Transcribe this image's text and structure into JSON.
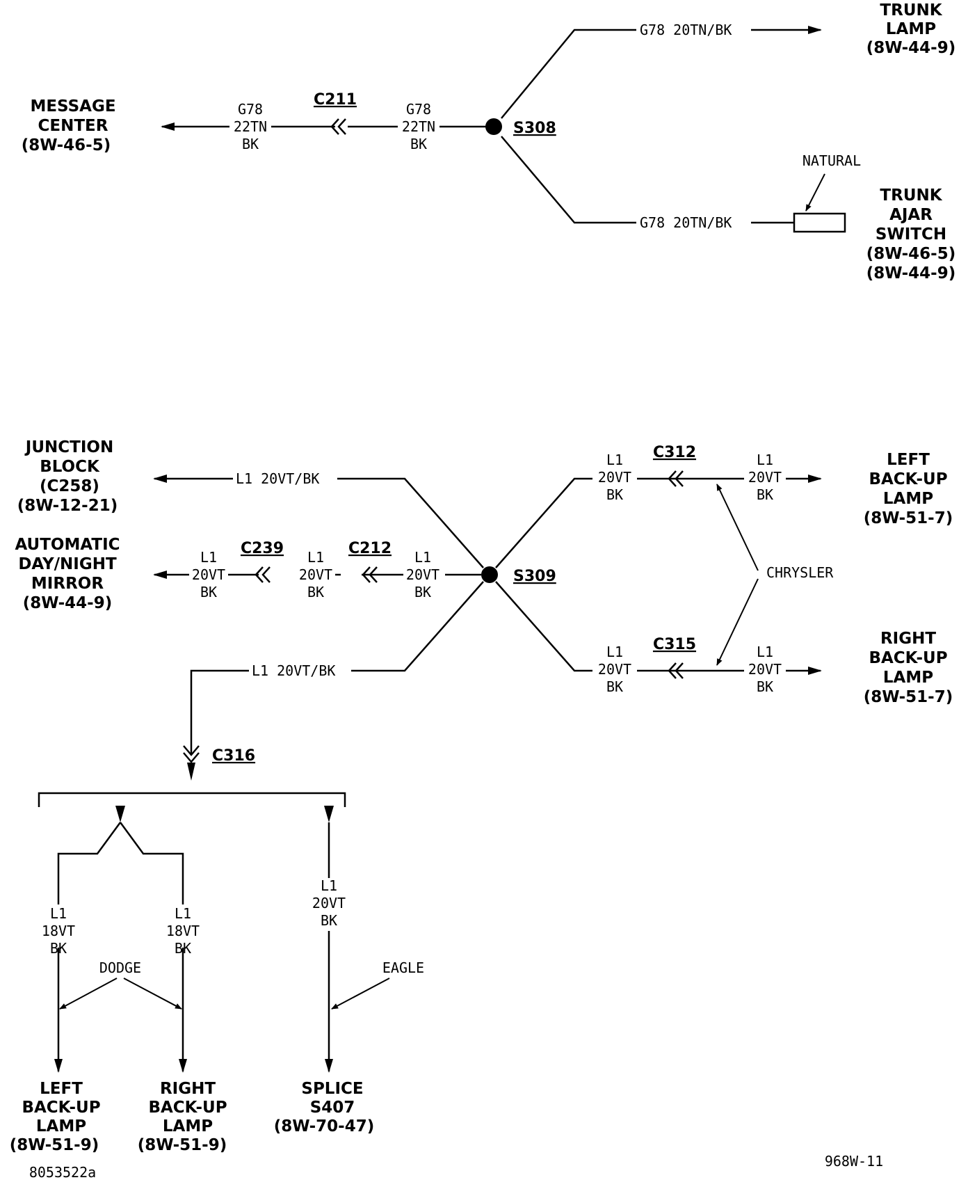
{
  "components": {
    "message_center": [
      "MESSAGE",
      "CENTER",
      "(8W-46-5)"
    ],
    "trunk_lamp": [
      "TRUNK",
      "LAMP",
      "(8W-44-9)"
    ],
    "trunk_ajar_switch": [
      "TRUNK",
      "AJAR",
      "SWITCH",
      "(8W-46-5)",
      "(8W-44-9)"
    ],
    "junction_block": [
      "JUNCTION",
      "BLOCK",
      "(C258)",
      "(8W-12-21)"
    ],
    "auto_mirror": [
      "AUTOMATIC",
      "DAY/NIGHT",
      "MIRROR",
      "(8W-44-9)"
    ],
    "left_backup_chrysler": [
      "LEFT",
      "BACK-UP",
      "LAMP",
      "(8W-51-7)"
    ],
    "right_backup_chrysler": [
      "RIGHT",
      "BACK-UP",
      "LAMP",
      "(8W-51-7)"
    ],
    "left_backup_dodge": [
      "LEFT",
      "BACK-UP",
      "LAMP",
      "(8W-51-9)"
    ],
    "right_backup_dodge": [
      "RIGHT",
      "BACK-UP",
      "LAMP",
      "(8W-51-9)"
    ],
    "splice_s407": [
      "SPLICE",
      "S407",
      "(8W-70-47)"
    ]
  },
  "splices": {
    "s308": "S308",
    "s309": "S309"
  },
  "connectors": {
    "c211": "C211",
    "c239": "C239",
    "c212": "C212",
    "c312": "C312",
    "c315": "C315",
    "c316": "C316"
  },
  "wires": {
    "g78_22tn_bk": [
      "G78",
      "22TN",
      "BK"
    ],
    "g78_20tn_bk": "G78 20TN/BK",
    "l1_20vt_bk": "L1 20VT/BK",
    "l1_20vt_bk_stack": [
      "L1",
      "20VT",
      "BK"
    ],
    "l1_18vt_bk_stack": [
      "L1",
      "18VT",
      "BK"
    ]
  },
  "notes": {
    "natural": "NATURAL",
    "chrysler": "CHRYSLER",
    "dodge": "DODGE",
    "eagle": "EAGLE"
  },
  "footer": {
    "page_id": "968W-11",
    "figure_id": "8053522a"
  }
}
